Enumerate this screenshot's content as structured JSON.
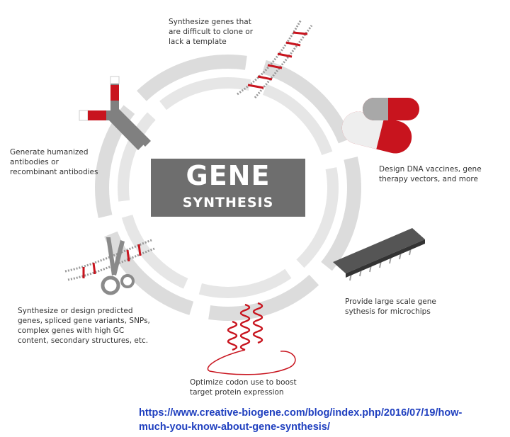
{
  "center": {
    "title": "GENE",
    "subtitle": "SYNTHESIS"
  },
  "applications": {
    "top": "Synthesize genes that\nare difficult to clone or\nlack a template",
    "left": "Generate humanized\nantibodies or\nrecombinant antibodies",
    "right": "Design DNA vaccines, gene\ntherapy vectors, and more",
    "chip": "Provide large scale gene\nsythesis for microchips",
    "bottom_left": "Synthesize or design predicted\ngenes, spliced gene variants, SNPs,\ncomplex genes with high GC\ncontent, secondary structures, etc.",
    "bottom": "Optimize codon use to boost\ntarget protein expression"
  },
  "source": {
    "url": "https://www.creative-biogene.com/blog/index.php/2016/07/19/how-\nmuch-you-know-about-gene-synthesis/"
  },
  "colors": {
    "ring": "#dcdcdc",
    "center_band": "#6e6e6e",
    "accent_red": "#c8141e",
    "icon_gray": "#808080",
    "link": "#1f3fbf"
  },
  "icons": [
    "dna-helix-icon",
    "antibody-icon",
    "capsule-icon",
    "microchip-icon",
    "scissors-dna-icon",
    "protein-coil-icon"
  ]
}
